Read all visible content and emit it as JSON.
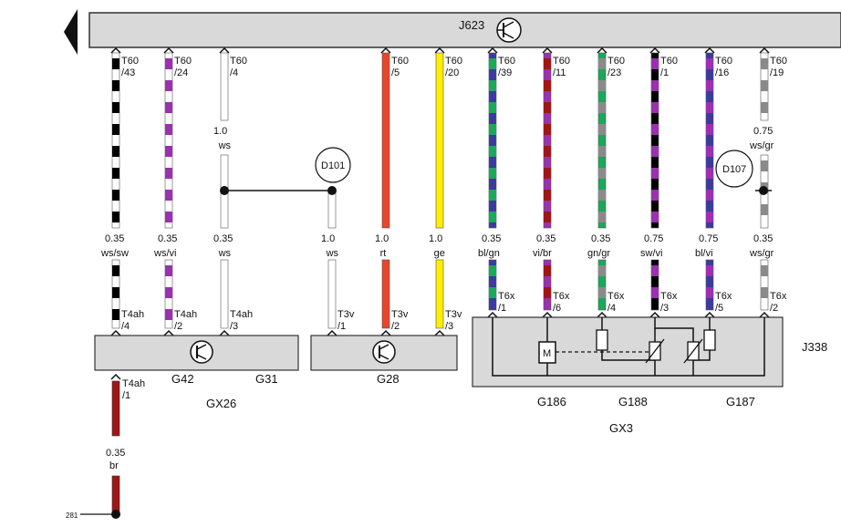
{
  "ecu": {
    "name": "J623"
  },
  "right_module": {
    "name": "J338"
  },
  "ground_ref": "281",
  "wires": [
    {
      "pin_top": "T60",
      "pin_top_num": "/43",
      "size": "0.35",
      "color": "ws/sw",
      "bottom_conn": "T4ah",
      "bottom_num": "/4"
    },
    {
      "pin_top": "T60",
      "pin_top_num": "/24",
      "size": "0.35",
      "color": "ws/vi",
      "bottom_conn": "T4ah",
      "bottom_num": "/2"
    },
    {
      "pin_top": "T60",
      "pin_top_num": "/4",
      "size": "0.35",
      "color": "ws",
      "upper_size": "1.0",
      "upper_color": "ws",
      "bottom_conn": "T4ah",
      "bottom_num": "/3"
    },
    {
      "splice": "D101",
      "size": "1.0",
      "color": "ws",
      "bottom_conn": "T3v",
      "bottom_num": "/1"
    },
    {
      "pin_top": "T60",
      "pin_top_num": "/5",
      "size": "1.0",
      "color": "rt",
      "bottom_conn": "T3v",
      "bottom_num": "/2"
    },
    {
      "pin_top": "T60",
      "pin_top_num": "/20",
      "size": "1.0",
      "color": "ge",
      "bottom_conn": "T3v",
      "bottom_num": "/3"
    },
    {
      "pin_top": "T60",
      "pin_top_num": "/39",
      "size": "0.35",
      "color": "bl/gn",
      "bottom_conn": "T6x",
      "bottom_num": "/1"
    },
    {
      "pin_top": "T60",
      "pin_top_num": "/11",
      "size": "0.35",
      "color": "vi/br",
      "bottom_conn": "T6x",
      "bottom_num": "/6"
    },
    {
      "pin_top": "T60",
      "pin_top_num": "/23",
      "size": "0.35",
      "color": "gn/gr",
      "bottom_conn": "T6x",
      "bottom_num": "/4"
    },
    {
      "pin_top": "T60",
      "pin_top_num": "/1",
      "size": "0.75",
      "color": "sw/vi",
      "bottom_conn": "T6x",
      "bottom_num": "/3"
    },
    {
      "pin_top": "T60",
      "pin_top_num": "/16",
      "size": "0.75",
      "color": "bl/vi",
      "bottom_conn": "T6x",
      "bottom_num": "/5"
    },
    {
      "pin_top": "T60",
      "pin_top_num": "/19",
      "size": "0.35",
      "color": "ws/gr",
      "upper_size": "0.75",
      "upper_color": "ws/gr",
      "bottom_conn": "T6x",
      "bottom_num": "/2"
    }
  ],
  "splices": [
    "D101",
    "D107"
  ],
  "sensor_box_1": {
    "sub1": "G42",
    "sub2": "G31",
    "group": "GX26"
  },
  "sensor_box_2": {
    "name": "G28"
  },
  "sensor_box_3": {
    "sub1": "G186",
    "sub2": "G188",
    "sub3": "G187",
    "group": "GX3",
    "motor": "M"
  },
  "ground_wire": {
    "conn": "T4ah",
    "num": "/1",
    "size": "0.35",
    "color": "br"
  },
  "colors": {
    "ws": "#ffffff",
    "sw": "#000000",
    "vi": "#9b30b0",
    "rt": "#e8452a",
    "ge": "#ffee00",
    "bl": "#3a3aa0",
    "gn": "#1aa85a",
    "br": "#a01616",
    "gr": "#8a8a8a",
    "box": "#d9d9d9",
    "bar": "#d9d9d9"
  }
}
